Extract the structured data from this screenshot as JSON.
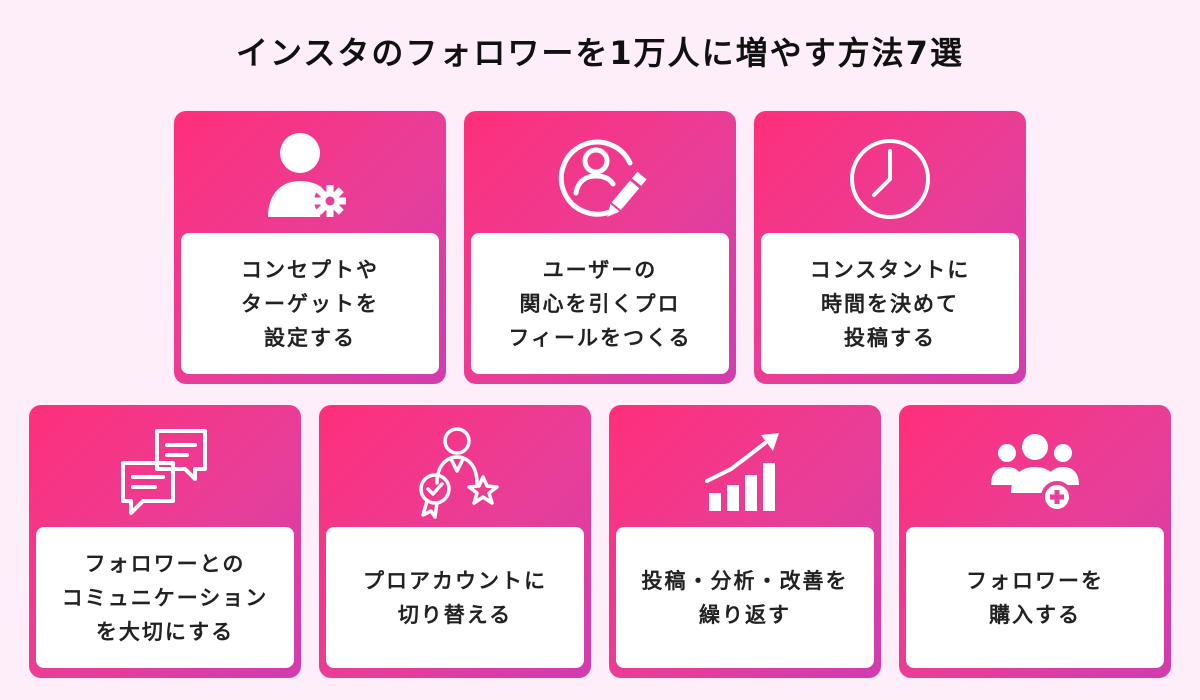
{
  "title": "インスタのフォロワーを1万人に増やす方法7選",
  "cards": [
    {
      "icon": "user-gear-icon",
      "lines": [
        "コンセプトや",
        "ターゲットを",
        "設定する"
      ]
    },
    {
      "icon": "profile-edit-icon",
      "lines": [
        "ユーザーの",
        "関心を引くプロ",
        "フィールをつくる"
      ]
    },
    {
      "icon": "clock-icon",
      "lines": [
        "コンスタントに",
        "時間を決めて",
        "投稿する"
      ]
    },
    {
      "icon": "chat-bubbles-icon",
      "lines": [
        "フォロワーとの",
        "コミュニケーション",
        "を大切にする"
      ]
    },
    {
      "icon": "award-person-icon",
      "lines": [
        "プロアカウントに",
        "切り替える"
      ]
    },
    {
      "icon": "growth-chart-icon",
      "lines": [
        "投稿・分析・改善を",
        "繰り返す"
      ]
    },
    {
      "icon": "group-add-icon",
      "lines": [
        "フォロワーを",
        "購入する"
      ]
    }
  ]
}
